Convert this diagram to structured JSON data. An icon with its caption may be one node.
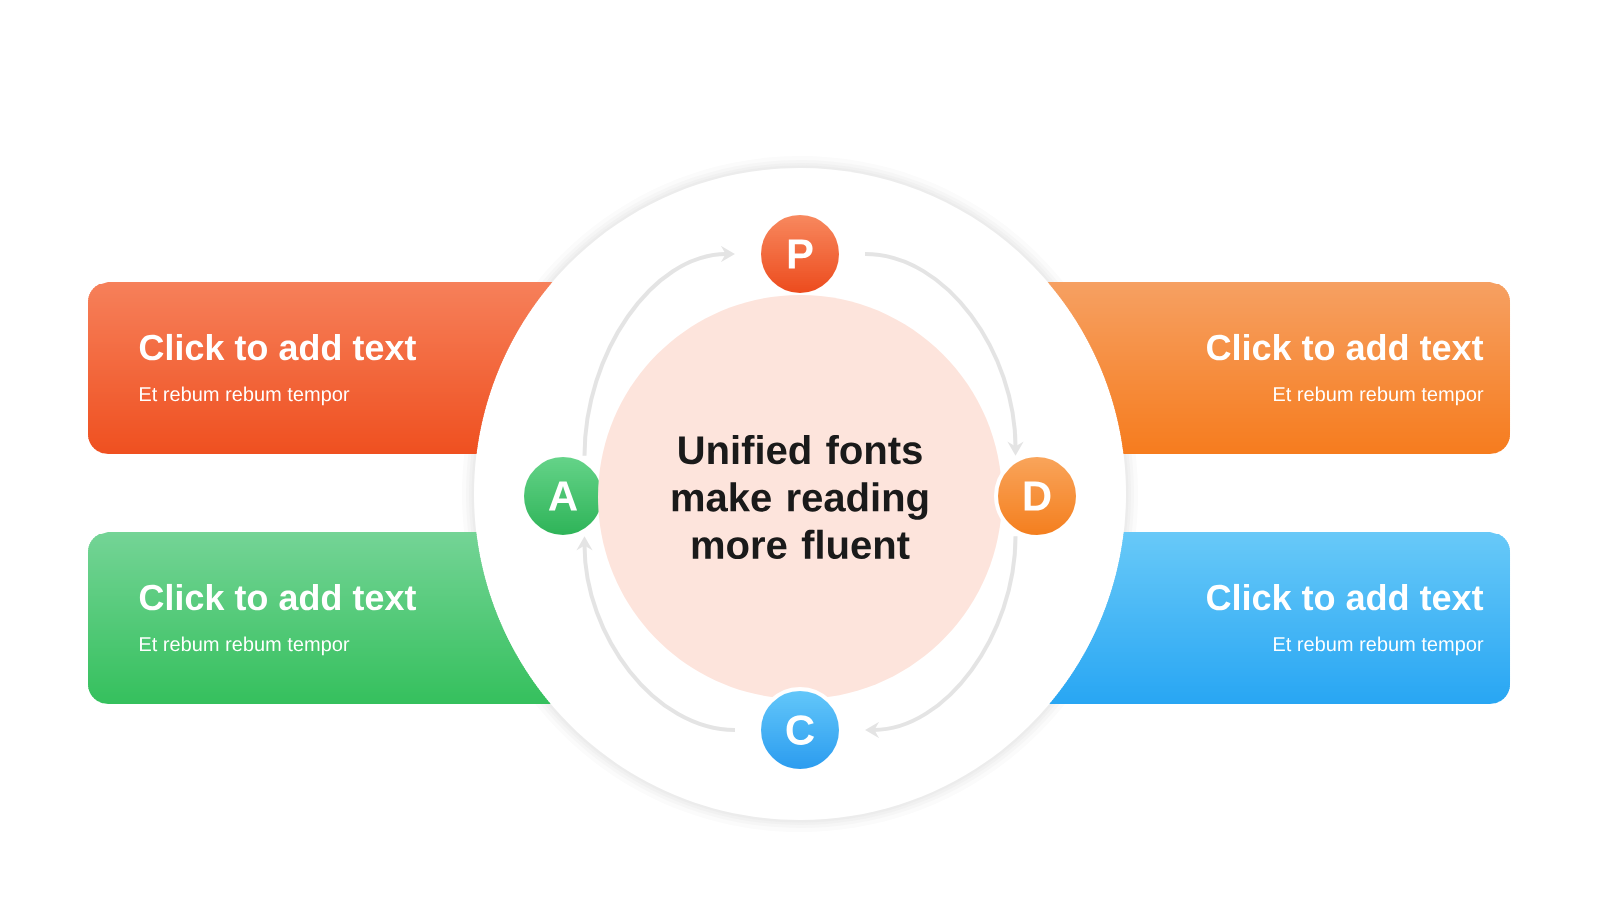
{
  "diagram": {
    "nodes": [
      {
        "text": [
          "P"
        ]
      },
      {
        "text": [
          "Click to add text",
          "Et rebum rebum tempor"
        ]
      },
      {
        "text": [
          "Click to add text",
          "Et rebum rebum tempor"
        ]
      },
      {
        "text": [
          "A"
        ]
      },
      {
        "text": [
          "Unified fonts make reading more fluent"
        ]
      },
      {
        "text": [
          "D"
        ]
      },
      {
        "text": [
          "Click to add text",
          "Et rebum rebum tempor"
        ]
      },
      {
        "text": [
          "Click to add text",
          "Et rebum rebum tempor"
        ]
      },
      {
        "text": [
          "C"
        ]
      }
    ],
    "edges": [
      {
        "from": 0,
        "to": 5,
        "arrow": "to"
      },
      {
        "from": 5,
        "to": 8,
        "arrow": "to"
      },
      {
        "from": 8,
        "to": 3,
        "arrow": "to"
      },
      {
        "from": 3,
        "to": 0,
        "arrow": "to"
      }
    ]
  }
}
